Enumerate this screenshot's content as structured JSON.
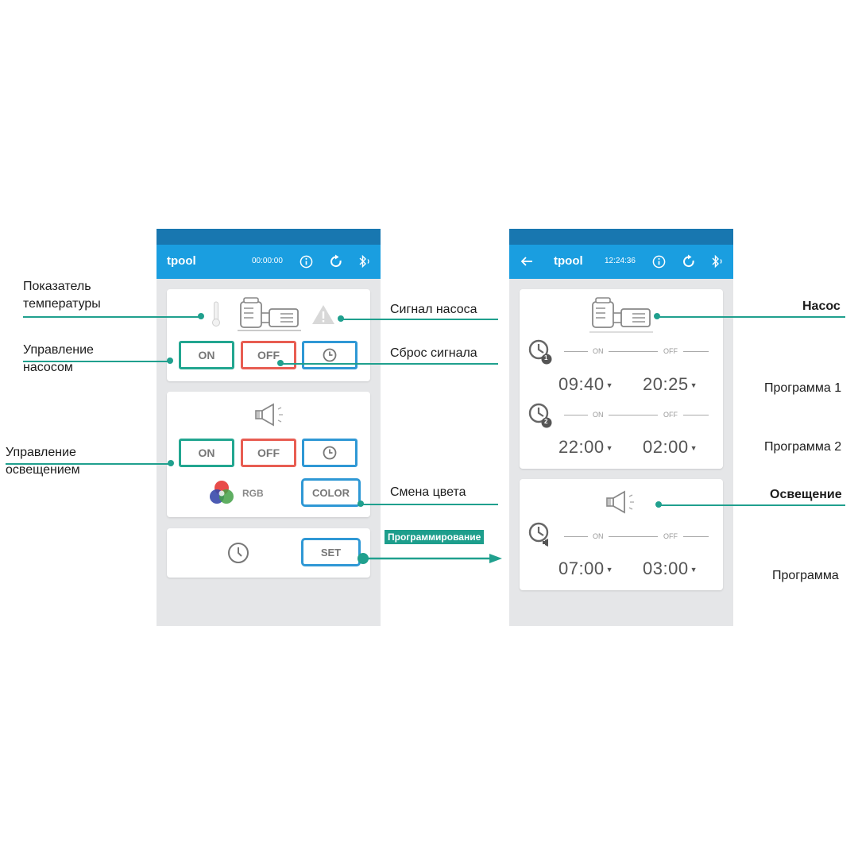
{
  "left_screen": {
    "app_title": "tpool",
    "timer": "00:00:00",
    "icons": [
      "info-icon",
      "refresh-icon",
      "bluetooth-icon"
    ],
    "pump": {
      "on_label": "ON",
      "off_label": "OFF"
    },
    "light": {
      "on_label": "ON",
      "off_label": "OFF",
      "rgb_label": "RGB",
      "color_label": "COLOR"
    },
    "program": {
      "set_label": "SET"
    }
  },
  "right_screen": {
    "app_title": "tpool",
    "time": "12:24:36",
    "icons": [
      "back-arrow-icon",
      "info-icon",
      "refresh-icon",
      "bluetooth-icon"
    ],
    "pump_programs": [
      {
        "number": "1",
        "on_label": "ON",
        "off_label": "OFF",
        "on_time": "09:40",
        "off_time": "20:25"
      },
      {
        "number": "2",
        "on_label": "ON",
        "off_label": "OFF",
        "on_time": "22:00",
        "off_time": "02:00"
      }
    ],
    "light_program": {
      "on_label": "ON",
      "off_label": "OFF",
      "on_time": "07:00",
      "off_time": "03:00"
    }
  },
  "annotations": {
    "temp_indicator": "Показатель\nтемпературы",
    "pump_control": "Управление\nнасосом",
    "light_control": "Управление\nосвещением",
    "pump_signal": "Сигнал насоса",
    "signal_reset": "Сброс сигнала",
    "color_change": "Смена цвета",
    "programming": "Программирование",
    "pump": "Насос",
    "program_1": "Программа 1",
    "program_2": "Программа 2",
    "lighting": "Освещение",
    "program": "Программа"
  },
  "colors": {
    "appbar": "#1a9ee0",
    "status_bar": "#1877b0",
    "on_border": "#22a690",
    "off_border": "#e85d52",
    "blue_border": "#2f98d5",
    "annotation_teal": "#20a08e"
  }
}
